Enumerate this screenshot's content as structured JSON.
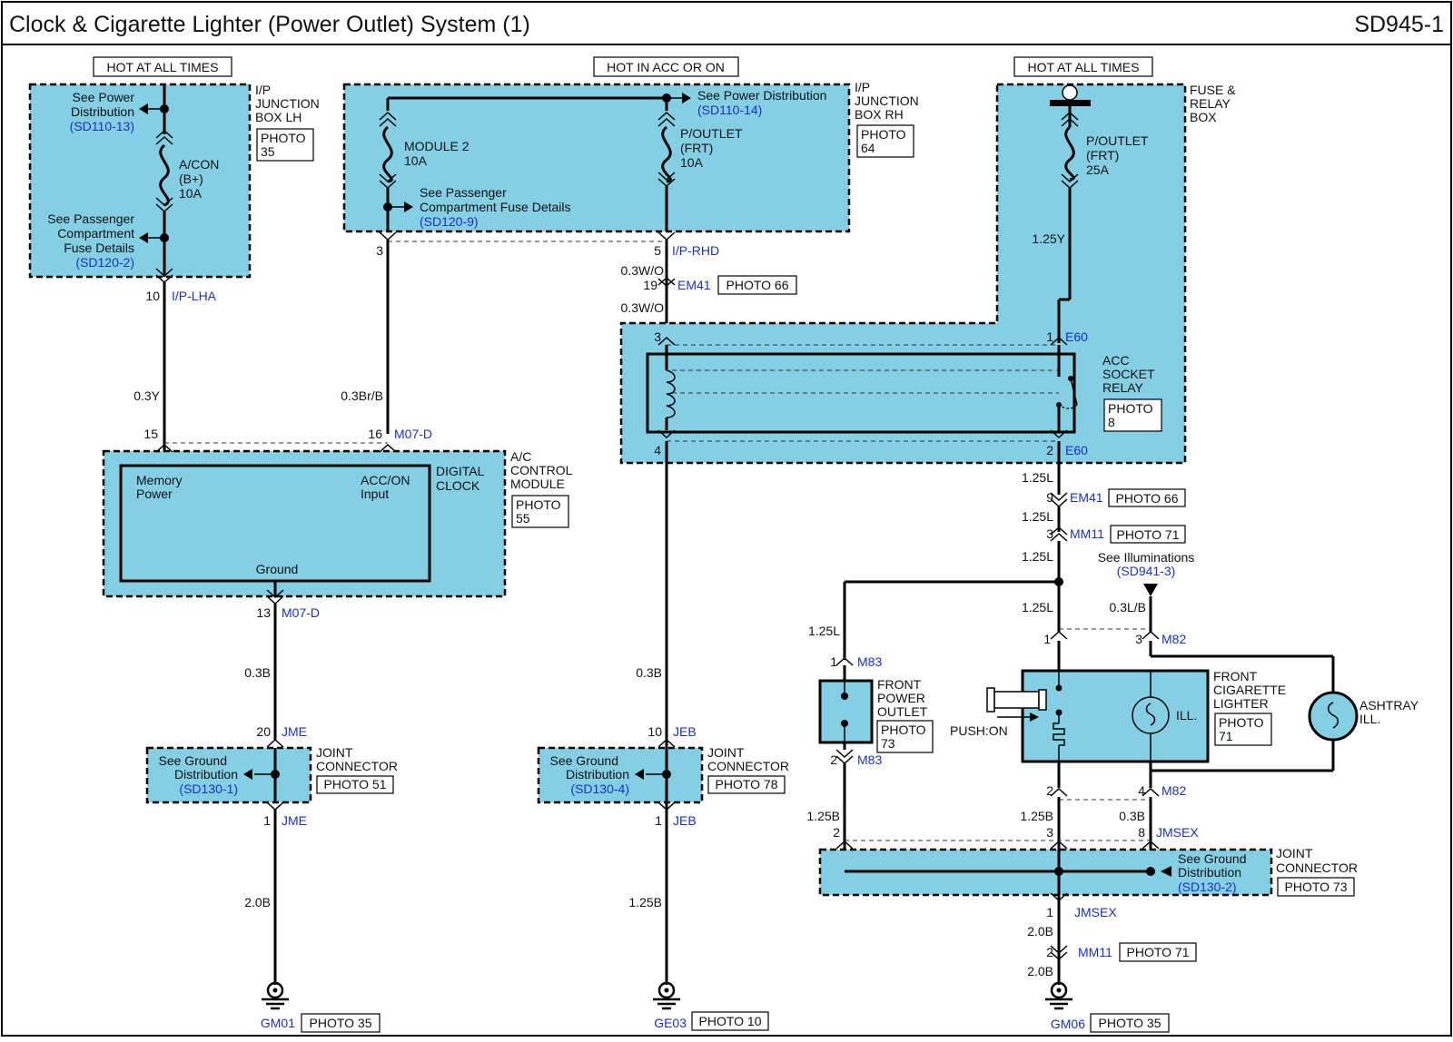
{
  "header": {
    "title": "Clock & Cigarette Lighter (Power Outlet) System (1)",
    "code": "SD945-1"
  },
  "power": {
    "hot1": "HOT AT ALL TIMES",
    "hot2": "HOT IN ACC OR ON",
    "hot3": "HOT AT ALL TIMES"
  },
  "jb_lh": {
    "name": [
      "I/P",
      "JUNCTION",
      "BOX LH"
    ],
    "photo": [
      "PHOTO",
      "35"
    ],
    "see_power": [
      "See Power",
      "Distribution"
    ],
    "see_power_ref": "(SD110-13)",
    "fuse": [
      "A/CON",
      "(B+)",
      "10A"
    ],
    "see_pass": [
      "See Passenger",
      "Compartment",
      "Fuse Details"
    ],
    "see_pass_ref": "(SD120-2)",
    "pin": "10",
    "conn": "I/P-LHA"
  },
  "jb_rh": {
    "name": [
      "I/P",
      "JUNCTION",
      "BOX RH"
    ],
    "photo": [
      "PHOTO",
      "64"
    ],
    "see_power": "See Power Distribution",
    "see_power_ref": "(SD110-14)",
    "fuse1": [
      "MODULE 2",
      "10A"
    ],
    "fuse2": [
      "P/OUTLET",
      "(FRT)",
      "10A"
    ],
    "see_pass": [
      "See Passenger",
      "Compartment Fuse Details"
    ],
    "see_pass_ref": "(SD120-9)",
    "pin_left": "3",
    "pin_right": "5",
    "conn": "I/P-RHD"
  },
  "fuse_relay": {
    "name": [
      "FUSE &",
      "RELAY",
      "BOX"
    ],
    "fuse": [
      "P/OUTLET",
      "(FRT)",
      "25A"
    ],
    "wire": "1.25Y"
  },
  "left_circuit": {
    "wire1": "0.3Y",
    "wire2": "0.3Br/B",
    "pin15": "15",
    "pin16": "16",
    "conn_m07": "M07-D",
    "pin13": "13",
    "conn_m07b": "M07-D",
    "wire3": "0.3B",
    "pin20": "20",
    "jme_top": "JME",
    "pin1": "1",
    "jme_bot": "JME",
    "wire4": "2.0B",
    "ground": "GM01",
    "ground_photo": "PHOTO 35"
  },
  "module": {
    "name": [
      "A/C",
      "CONTROL",
      "MODULE"
    ],
    "photo": [
      "PHOTO",
      "55"
    ],
    "clock": [
      "DIGITAL",
      "CLOCK"
    ],
    "memory": [
      "Memory",
      "Power"
    ],
    "acc": [
      "ACC/ON",
      "Input"
    ],
    "ground": "Ground"
  },
  "joint_jme": {
    "see": [
      "See Ground",
      "Distribution"
    ],
    "ref": "(SD130-1)",
    "name": [
      "JOINT",
      "CONNECTOR"
    ],
    "photo": "PHOTO 51"
  },
  "mid_circuit": {
    "wire_a": "0.3W/O",
    "pin19": "19",
    "conn_em41": "EM41",
    "photo_em41": "PHOTO 66",
    "wire_b": "0.3W/O",
    "pin3": "3",
    "pin4": "4",
    "wire_c": "0.3B",
    "pin10": "10",
    "jeb_top": "JEB",
    "pin1": "1",
    "jeb_bot": "JEB",
    "wire_d": "1.25B",
    "ground": "GE03",
    "ground_photo": "PHOTO 10"
  },
  "joint_jeb": {
    "see": [
      "See Ground",
      "Distribution"
    ],
    "ref": "(SD130-4)",
    "name": [
      "JOINT",
      "CONNECTOR"
    ],
    "photo": "PHOTO 78"
  },
  "relay": {
    "name": [
      "ACC",
      "SOCKET",
      "RELAY"
    ],
    "photo": [
      "PHOTO",
      "8"
    ],
    "pin1": "1",
    "conn_top": "E60",
    "pin2": "2",
    "conn_bot": "E60"
  },
  "right_circuit": {
    "w1": "1.25L",
    "pin9": "9",
    "em41": "EM41",
    "photo_em41": "PHOTO 66",
    "w2": "1.25L",
    "pin3": "3",
    "mm11": "MM11",
    "photo_mm11": "PHOTO 71",
    "w3": "1.25L",
    "see_illum": "See Illuminations",
    "see_illum_ref": "(SD941-3)",
    "w4": "1.25L",
    "w5": "1.25L",
    "w_illum": "0.3L/B",
    "pin1_m82": "1",
    "pin3_m82": "3",
    "m82_top": "M82",
    "pin1_m83": "1",
    "m83_top": "M83",
    "pin2_m83": "2",
    "m83_bot": "M83",
    "pin2_m82": "2",
    "pin4_m82": "4",
    "m82_bot": "M82",
    "w6": "1.25B",
    "w7": "1.25B",
    "w8": "0.3B",
    "pin2_j": "2",
    "pin3_j": "3",
    "pin8_j": "8",
    "jmsex_top": "JMSEX",
    "pin1_j": "1",
    "jmsex_bot": "JMSEX",
    "w9": "2.0B",
    "pin2_mm11": "2",
    "mm11_b": "MM11",
    "photo_mm11_b": "PHOTO 71",
    "w10": "2.0B",
    "ground": "GM06",
    "ground_photo": "PHOTO 35"
  },
  "outlet": {
    "name": [
      "FRONT",
      "POWER",
      "OUTLET"
    ],
    "photo": [
      "PHOTO",
      "73"
    ]
  },
  "lighter": {
    "name": [
      "FRONT",
      "CIGARETTE",
      "LIGHTER"
    ],
    "photo": [
      "PHOTO",
      "71"
    ],
    "push": "PUSH:ON",
    "ill": "ILL."
  },
  "ashtray": {
    "name": [
      "ASHTRAY",
      "ILL."
    ]
  },
  "joint_jmsex": {
    "see": [
      "See Ground",
      "Distribution"
    ],
    "ref": "(SD130-2)",
    "name": [
      "JOINT",
      "CONNECTOR"
    ],
    "photo": "PHOTO 73"
  },
  "colors": {
    "box_fill": "#84cfe3",
    "link_blue": "#1a2fc9"
  }
}
